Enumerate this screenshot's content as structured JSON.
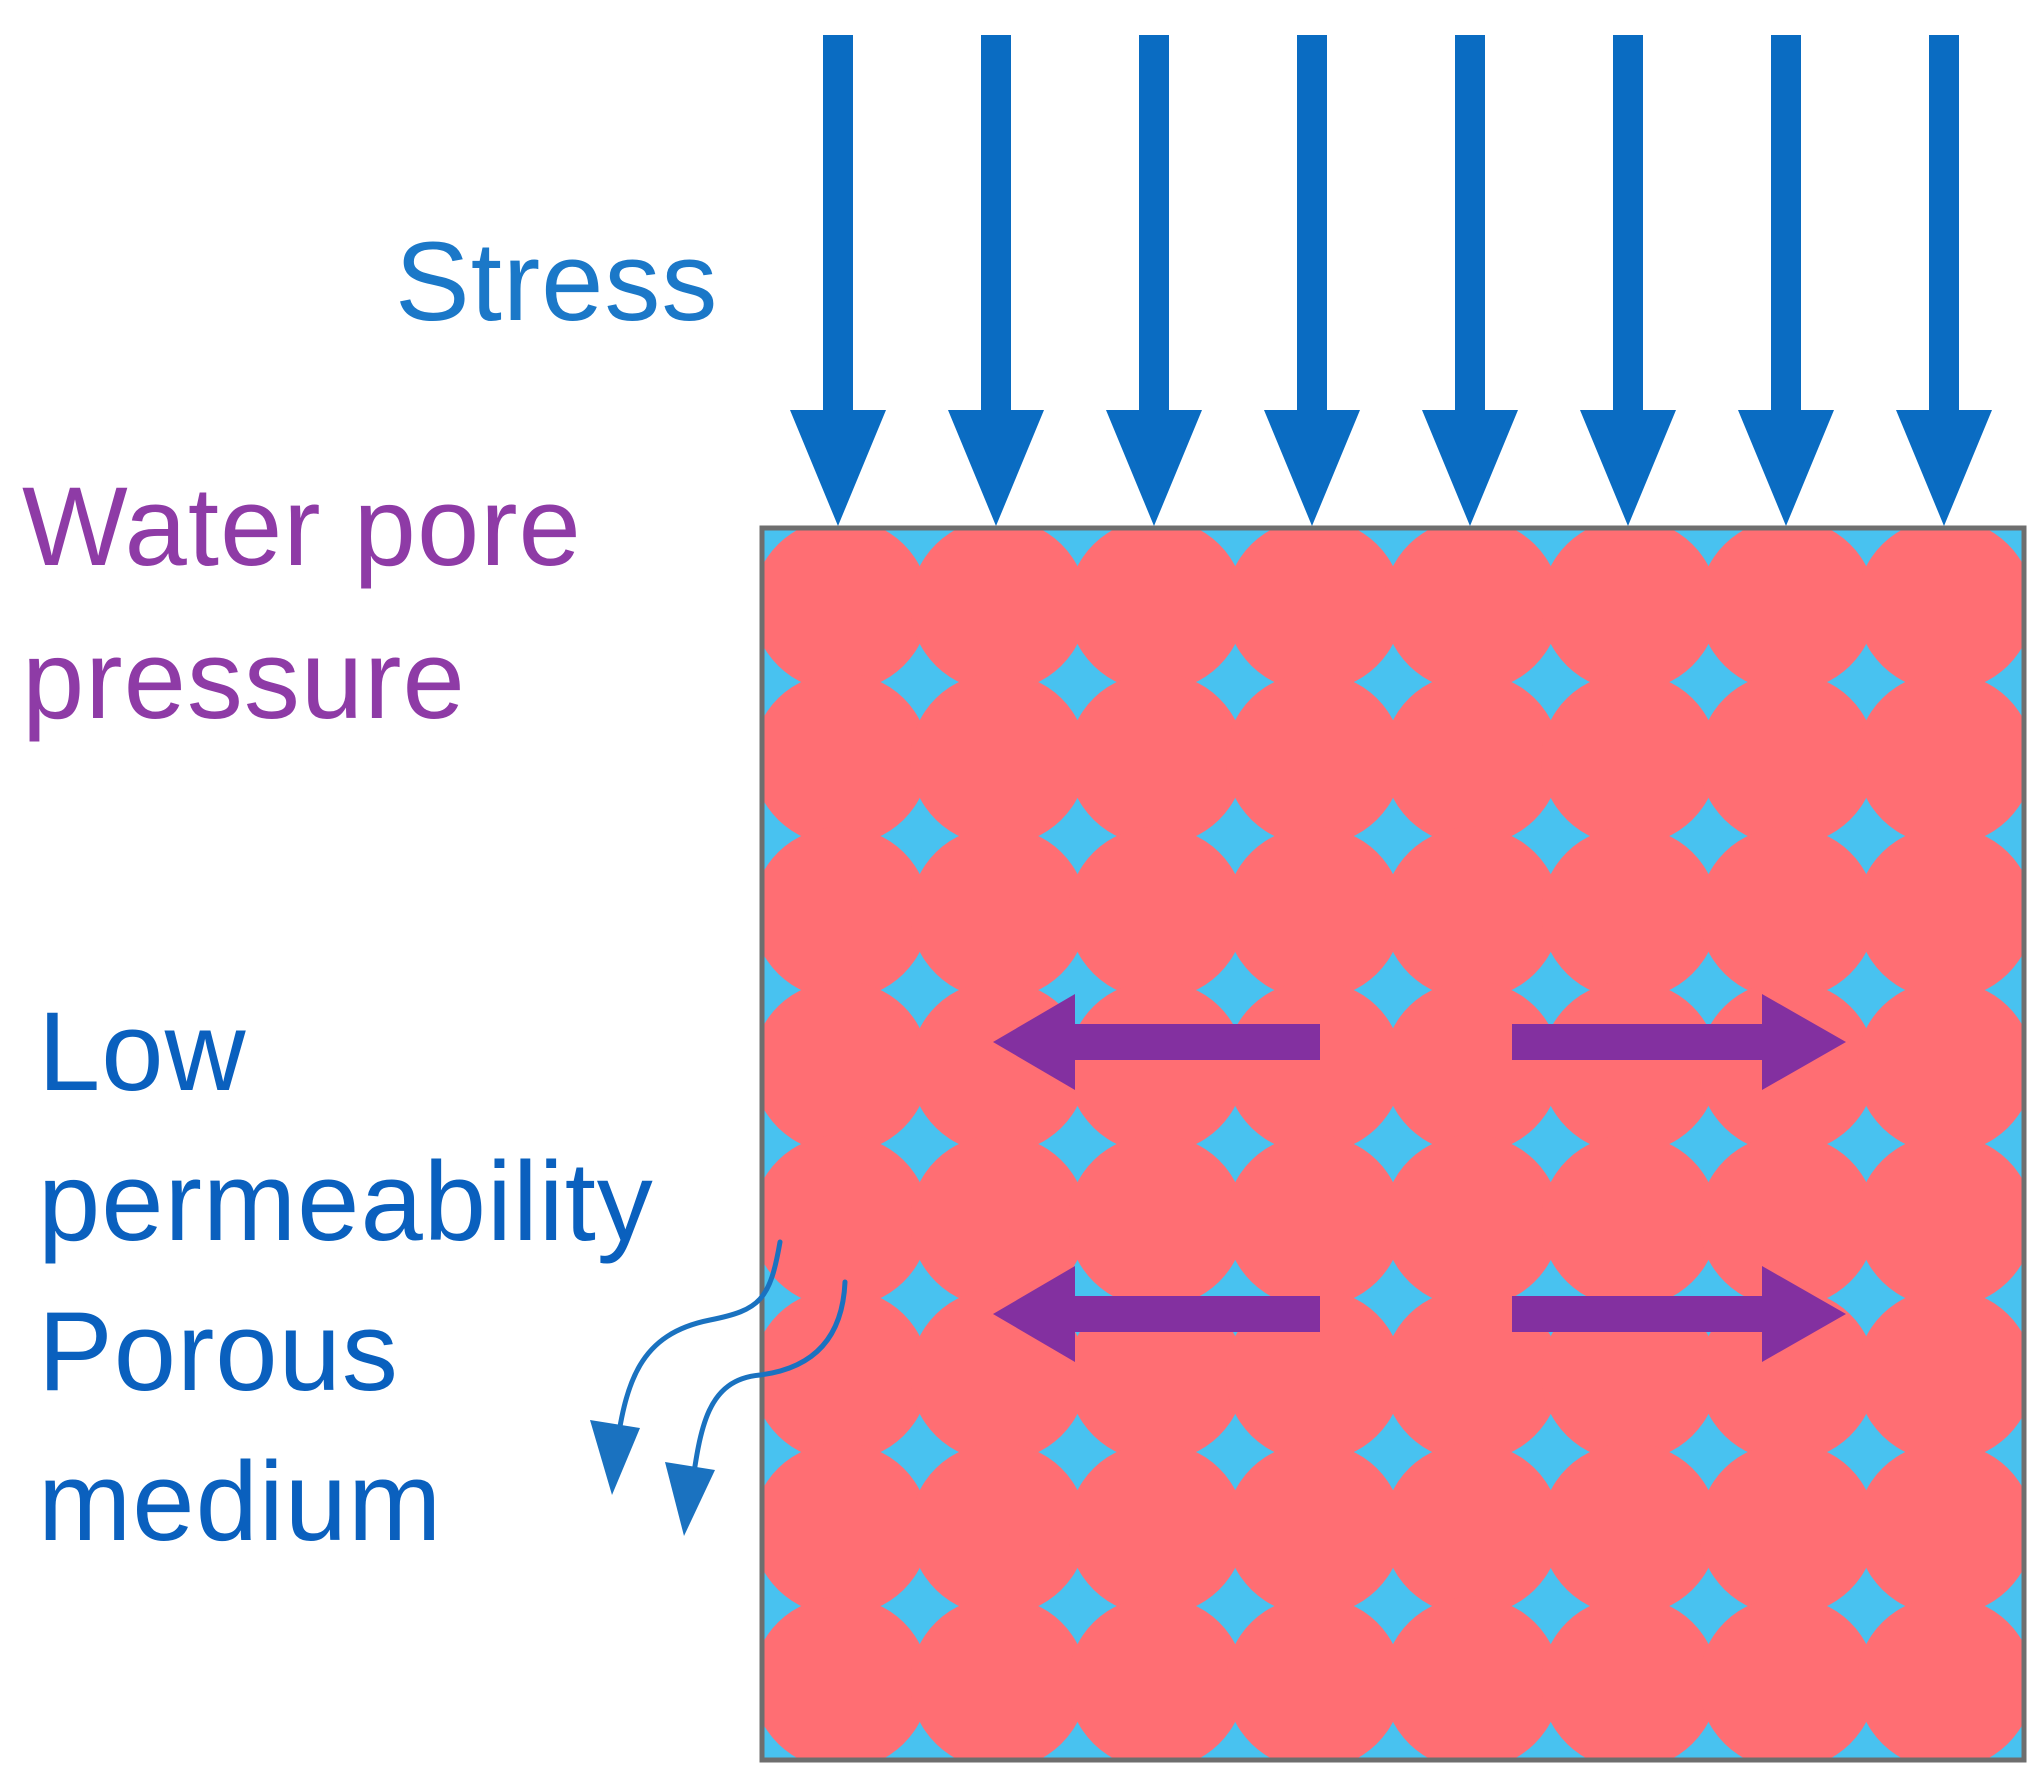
{
  "labels": {
    "stress": "Stress",
    "water_pore_line1": "Water pore",
    "water_pore_line2": "pressure",
    "low": "Low",
    "permeability": "permeability",
    "porous": "Porous",
    "medium": "medium"
  },
  "colors": {
    "stress_arrow": "#0A6CC2",
    "stress_text": "#1B78C8",
    "water_pore_text": "#8E3BA6",
    "medium_text": "#0A60BE",
    "pore_water": "#48C2F0",
    "grain": "#FF6E73",
    "box_border": "#6E6E6E",
    "pressure_arrow": "#8330A0",
    "seepage_arrow": "#1A72C0"
  },
  "grid": {
    "rows": 8,
    "columns": 8
  },
  "stress_arrow_count": 8,
  "pressure_arrows": [
    {
      "row": 1,
      "direction": "left"
    },
    {
      "row": 1,
      "direction": "right"
    },
    {
      "row": 2,
      "direction": "left"
    },
    {
      "row": 2,
      "direction": "right"
    }
  ],
  "seepage_arrow_count": 2
}
